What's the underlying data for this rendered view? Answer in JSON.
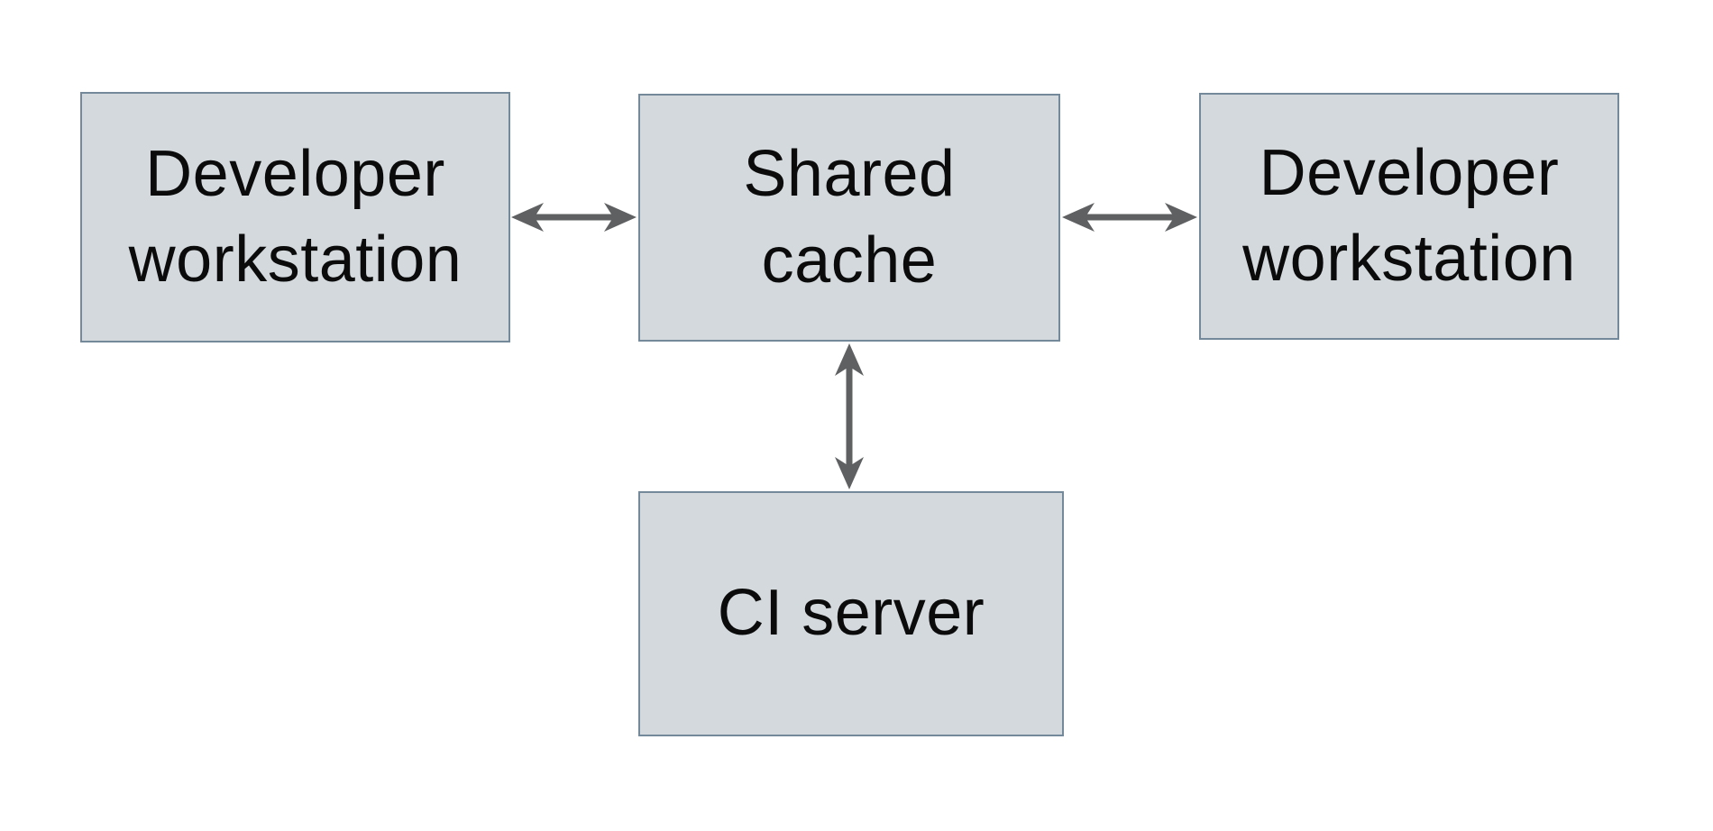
{
  "colors": {
    "background": "#ffffff",
    "node_fill": "#d3d9dc",
    "node_border": "#74899a",
    "arrow": "#5e6062",
    "text": "#0b0b0b"
  },
  "diagram": {
    "nodes": [
      {
        "id": "developer-workstation-left",
        "label": "Developer\nworkstation"
      },
      {
        "id": "shared-cache",
        "label": "Shared\ncache"
      },
      {
        "id": "developer-workstation-right",
        "label": "Developer\nworkstation"
      },
      {
        "id": "ci-server",
        "label": "CI server"
      }
    ],
    "edges": [
      {
        "from": "developer-workstation-left",
        "to": "shared-cache",
        "direction": "bidirectional"
      },
      {
        "from": "shared-cache",
        "to": "developer-workstation-right",
        "direction": "bidirectional"
      },
      {
        "from": "shared-cache",
        "to": "ci-server",
        "direction": "bidirectional"
      }
    ]
  }
}
